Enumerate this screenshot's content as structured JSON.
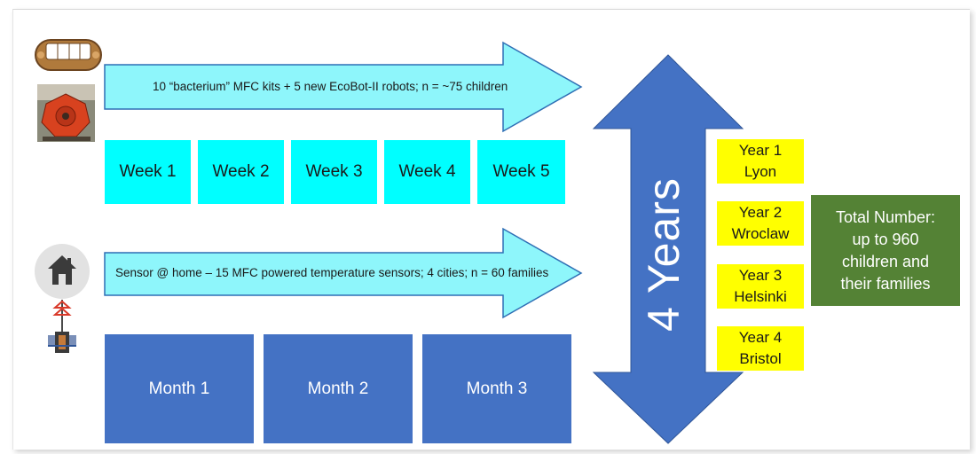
{
  "timeline": {
    "kits_arrow_text": "10 “bacterium” MFC kits + 5 new EcoBot-II robots; n = ~75 children",
    "sensor_arrow_text": "Sensor @ home – 15 MFC powered temperature sensors; 4 cities; n = 60 families",
    "weeks": [
      "Week 1",
      "Week 2",
      "Week 3",
      "Week 4",
      "Week 5"
    ],
    "months": [
      "Month 1",
      "Month 2",
      "Month 3"
    ]
  },
  "duration": {
    "label": "4 Years"
  },
  "years": [
    {
      "year": "Year 1",
      "city": "Lyon"
    },
    {
      "year": "Year 2",
      "city": "Wroclaw"
    },
    {
      "year": "Year 3",
      "city": "Helsinki"
    },
    {
      "year": "Year 4",
      "city": "Bristol"
    }
  ],
  "total": {
    "line1": "Total Number:",
    "line2": "up to 960",
    "line3": "children and",
    "line4": "their families"
  },
  "icons": {
    "kit": "mfc-kit-icon",
    "robot": "ecobot-robot-icon",
    "home": "home-icon",
    "sensor": "temperature-sensor-icon"
  },
  "colors": {
    "cyan": "#00ffff",
    "light_cyan_arrow": "#8ef6fb",
    "blue": "#4472c4",
    "yellow": "#ffff00",
    "green": "#548235"
  }
}
